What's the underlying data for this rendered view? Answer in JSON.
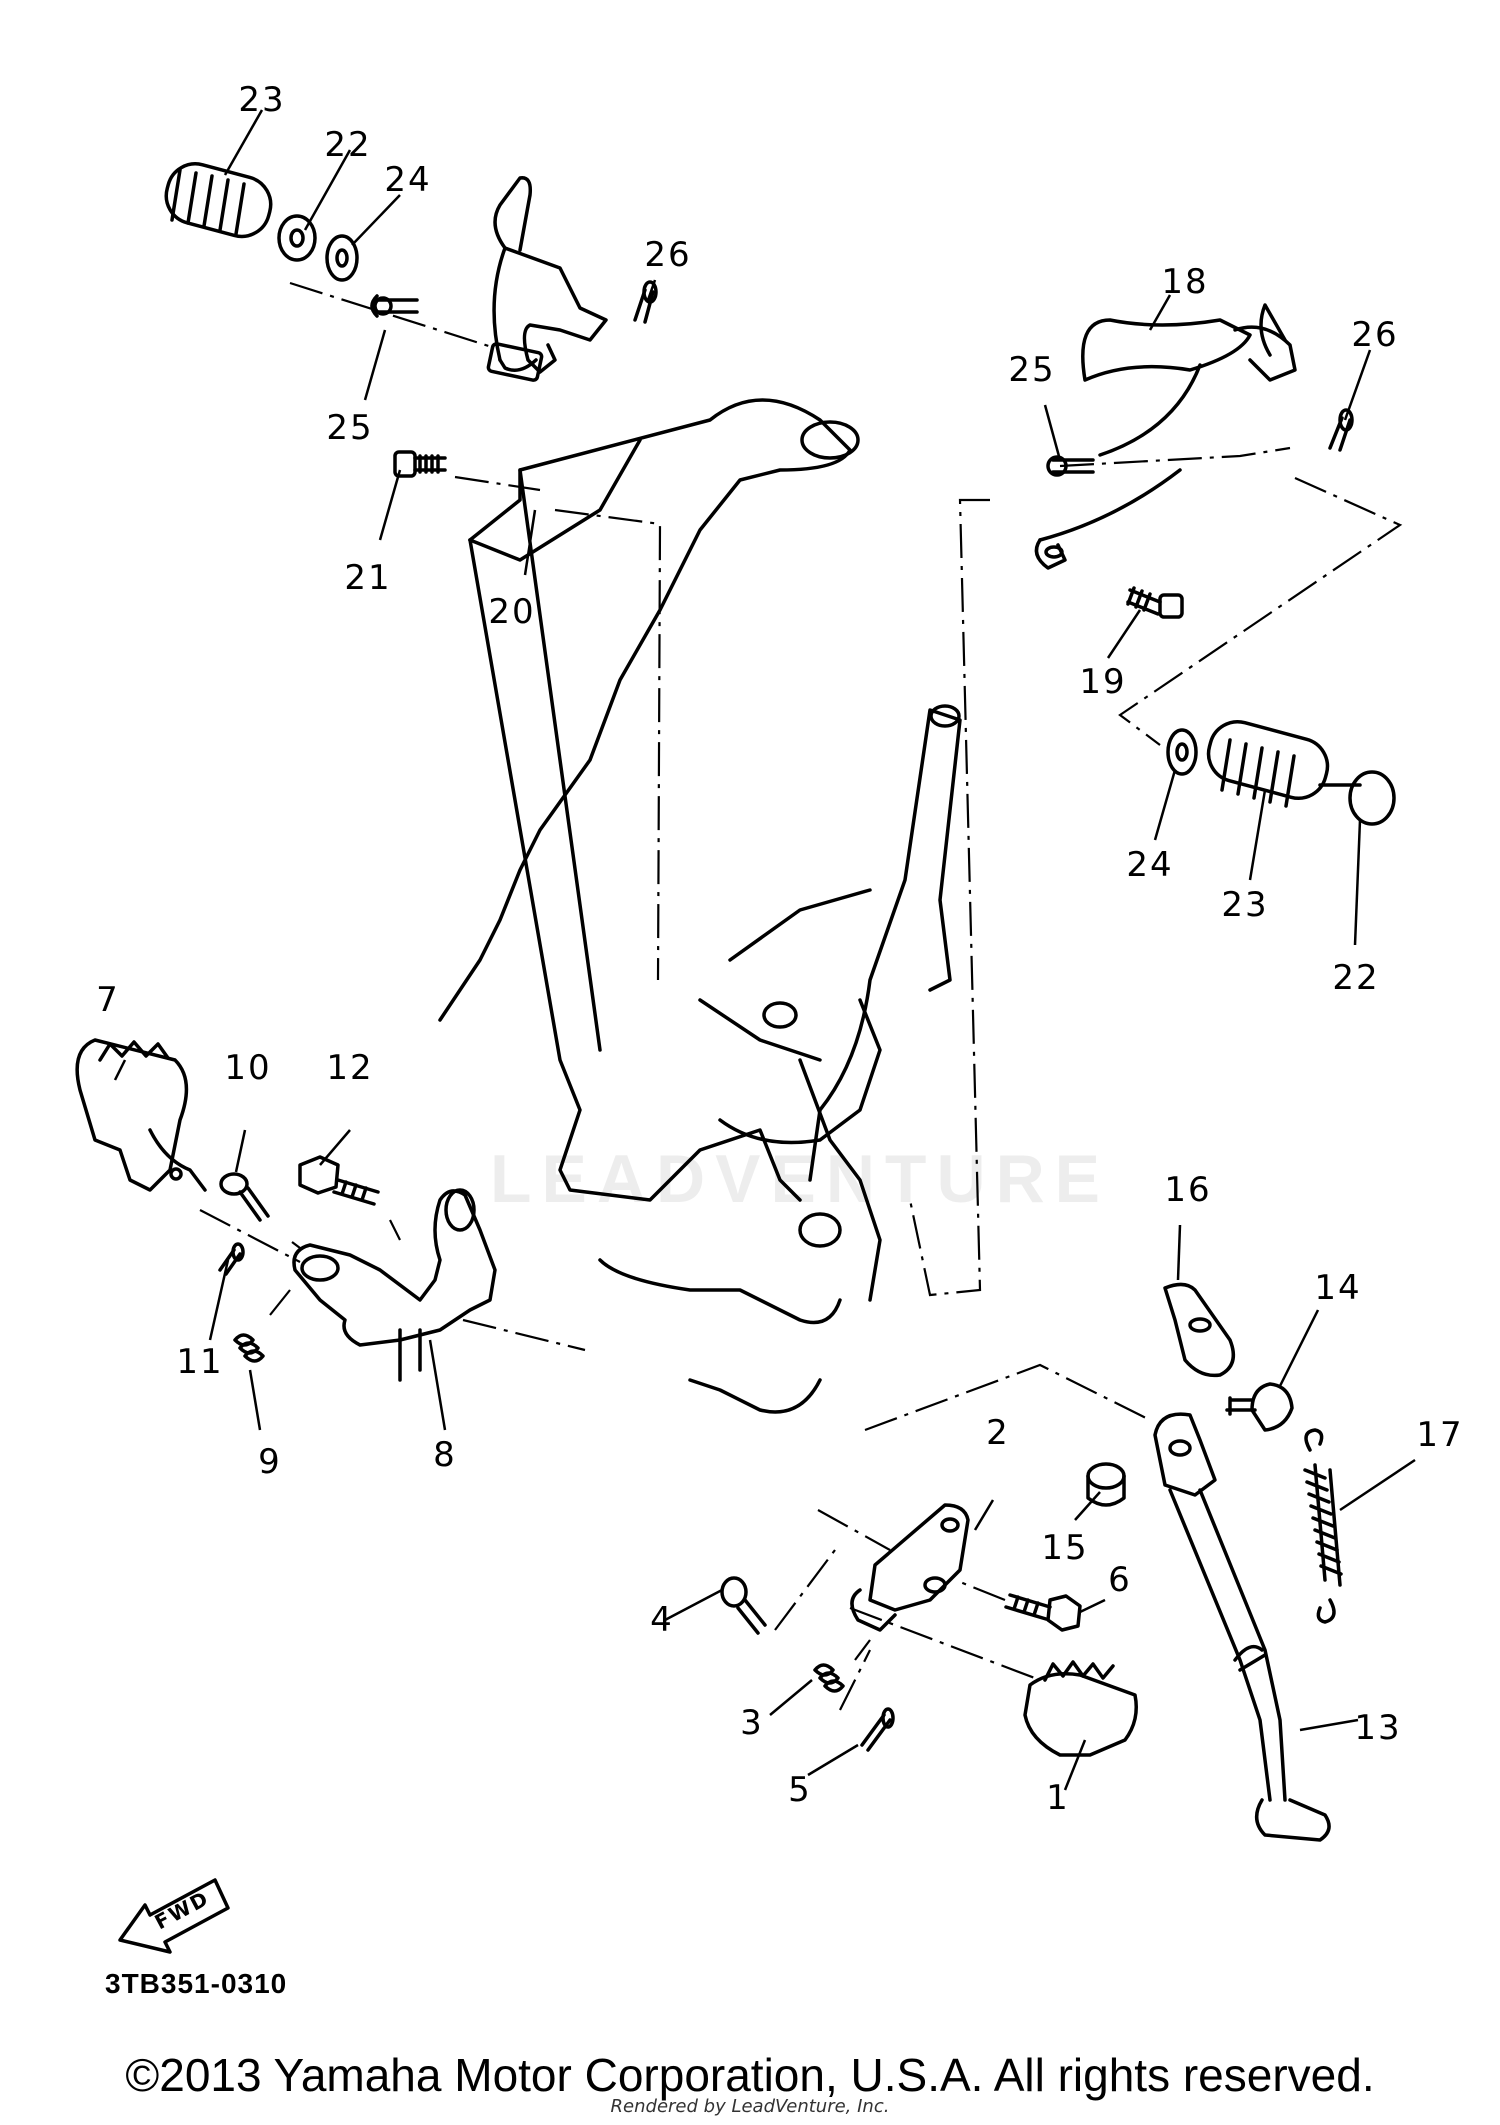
{
  "callouts": {
    "c1": "1",
    "c2": "2",
    "c3": "3",
    "c4": "4",
    "c5": "5",
    "c6": "6",
    "c7": "7",
    "c8": "8",
    "c9": "9",
    "c10": "10",
    "c11": "11",
    "c12": "12",
    "c13": "13",
    "c14": "14",
    "c15": "15",
    "c16": "16",
    "c17": "17",
    "c18": "18",
    "c19": "19",
    "c20": "20",
    "c21": "21",
    "c22a": "22",
    "c22b": "22",
    "c23a": "23",
    "c23b": "23",
    "c24a": "24",
    "c24b": "24",
    "c25a": "25",
    "c25b": "25",
    "c26a": "26",
    "c26b": "26"
  },
  "fwd_label": "FWD",
  "diagram_code": "3TB351-0310",
  "copyright": "©2013 Yamaha Motor Corporation, U.S.A. All rights reserved.",
  "rendered_by": "Rendered by LeadVenture, Inc.",
  "watermark": "LEADVENTURE",
  "line_color": "#000000"
}
